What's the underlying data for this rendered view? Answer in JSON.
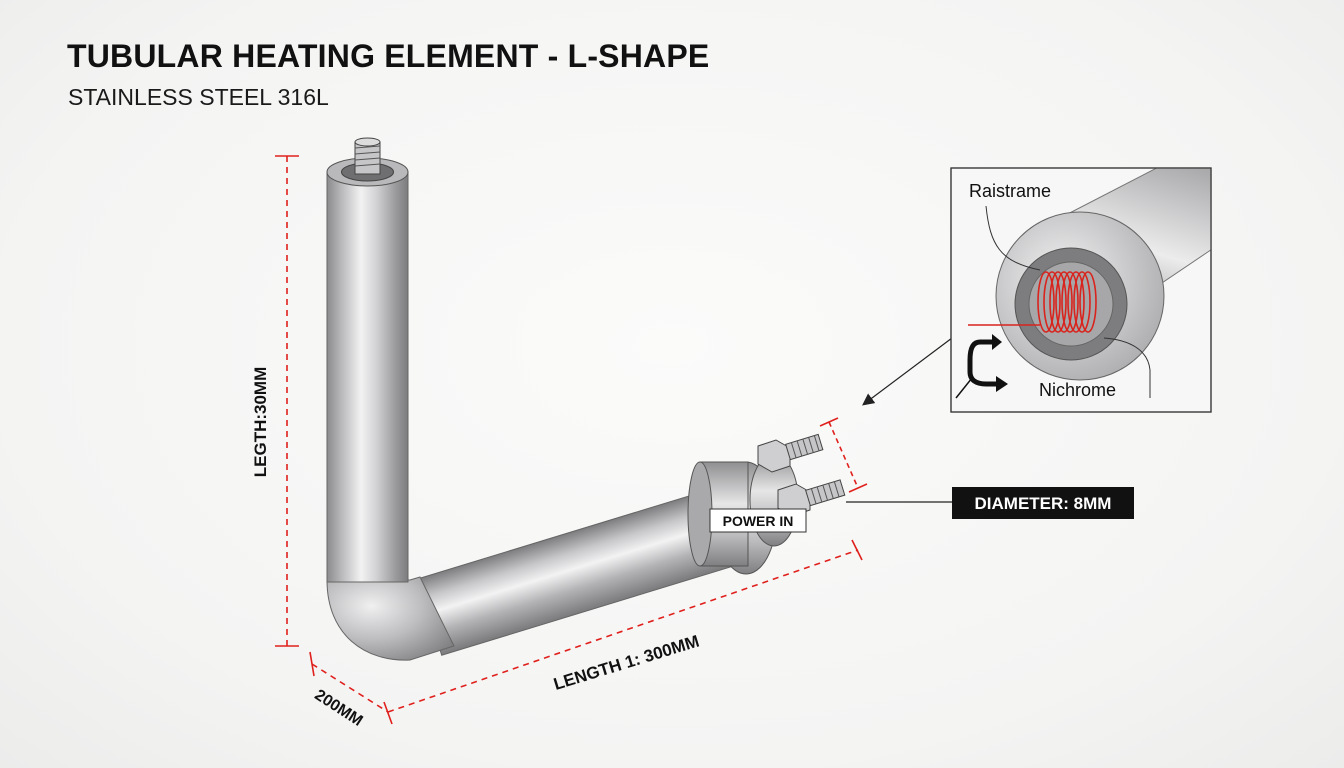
{
  "header": {
    "title": "TUBULAR HEATING ELEMENT - L-SHAPE",
    "subtitle": "STAINLESS STEEL 316L"
  },
  "dimensions": {
    "vertical_length": "LEGTH:30MM",
    "horizontal_length": "LENGTH 1: 300MM",
    "bend_offset": "200MM",
    "diameter": "DIAMETER: 8MM"
  },
  "labels": {
    "terminal": "POWER IN"
  },
  "inset": {
    "outer_label": "Raistrame",
    "coil_label": "Nichrome"
  },
  "colors": {
    "dimension_line": "#e0201c",
    "coil": "#d9231d",
    "steel_light": "#e9e9ea",
    "steel_dark": "#8a8a8c",
    "callout_fill": "#111111"
  }
}
